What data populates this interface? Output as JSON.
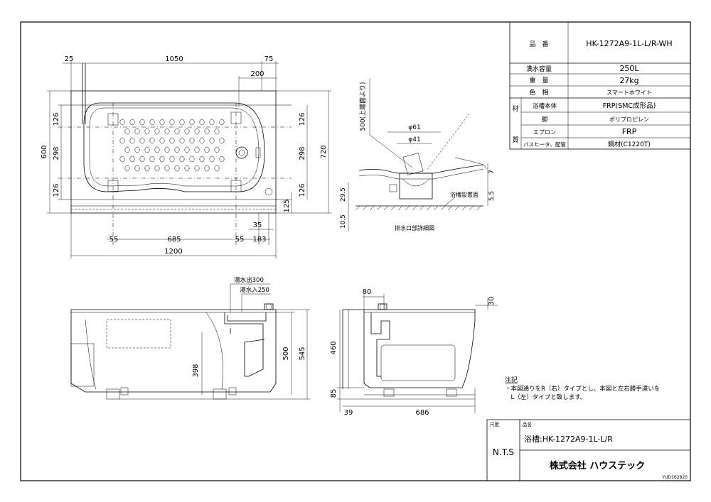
{
  "spec_table": {
    "product_no_label": "品　番",
    "product_no_value": "HK-1272A9-1L-L/R-WH",
    "rows": [
      {
        "label": "満水容量",
        "value": "250L"
      },
      {
        "label": "重　量",
        "value": "27kg"
      },
      {
        "label": "色　相",
        "value": "スマートホワイト"
      }
    ],
    "material_group_label": [
      "材",
      "質"
    ],
    "material_rows": [
      {
        "label": "浴槽本体",
        "value": "FRP(SMC成形品)"
      },
      {
        "label": "脚",
        "value": "ポリプロピレン"
      },
      {
        "label": "エプロン",
        "value": "FRP"
      },
      {
        "label": "バスヒータ、配管",
        "value": "鋼材(C1220T)"
      }
    ]
  },
  "title_block": {
    "scale_label": "尺度",
    "scale_value": "N.T.S",
    "name_label": "品名",
    "name_value": "浴槽:HK-1272A9-1L-L/R",
    "company": "株式会社 ハウステック",
    "drawing_no": "YUD162820"
  },
  "notes": {
    "heading": "注記",
    "lines": [
      "・本図通りをR（右）タイプとし、本図と左右勝手違いを",
      "　L（左）タイプと致します。"
    ]
  },
  "plan_view_dims": {
    "top": [
      "25",
      "1050",
      "75",
      "200"
    ],
    "left_outer": "600",
    "left_inner": [
      "126",
      "298",
      "126"
    ],
    "right_inner": [
      "126",
      "298",
      "126"
    ],
    "right_outer": "720",
    "right_small": "125",
    "bottom_small": [
      "35",
      "55",
      "685",
      "55",
      "183"
    ],
    "bottom_total": "1200"
  },
  "drain_detail": {
    "vertical_label": "500(上端面より)",
    "phi1": "φ61",
    "phi2": "φ41",
    "dim_right": [
      "7",
      "5.5"
    ],
    "dim_left": [
      "29.5",
      "10.5"
    ],
    "floor_label": "浴槽設置面",
    "caption": "排水口部詳細図"
  },
  "front_view_dims": {
    "outlet": "湯水出300",
    "inlet": "湯水入250",
    "height_pipe": "398",
    "height_500": "500",
    "height_545": "545"
  },
  "side_view_dims": {
    "top_80": "80",
    "top_30": "30",
    "left_460": "460",
    "left_85": "85",
    "bottom_39": "39",
    "bottom_686": "686"
  }
}
